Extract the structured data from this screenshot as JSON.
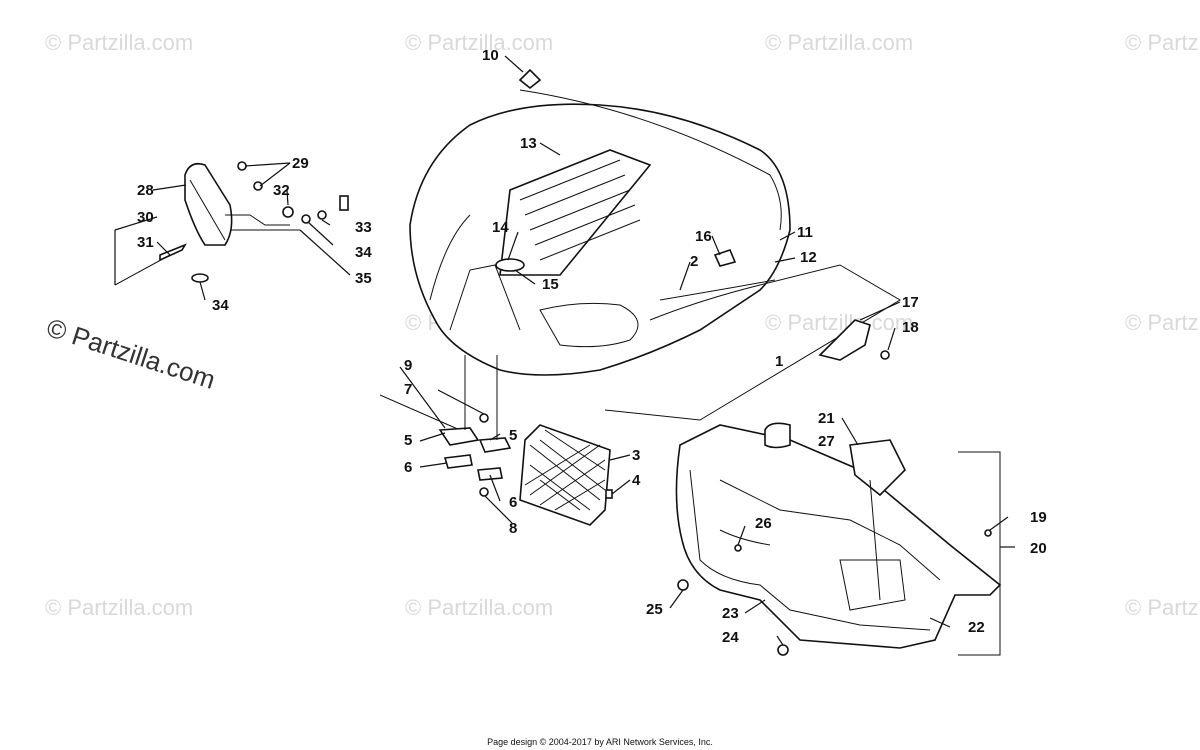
{
  "watermark": {
    "text": "© Partzilla.com",
    "large_text": "© Partzilla.com"
  },
  "callouts": [
    "1",
    "2",
    "3",
    "4",
    "5",
    "5",
    "6",
    "6",
    "7",
    "8",
    "9",
    "10",
    "11",
    "12",
    "13",
    "14",
    "15",
    "16",
    "17",
    "18",
    "19",
    "20",
    "21",
    "22",
    "23",
    "24",
    "25",
    "26",
    "27",
    "28",
    "29",
    "30",
    "31",
    "32",
    "33",
    "34",
    "34",
    "35"
  ],
  "footer": "Page design © 2004-2017 by ARI Network Services, Inc.",
  "colors": {
    "line": "#111111",
    "watermark": "#d9d9d9",
    "background": "#ffffff"
  }
}
